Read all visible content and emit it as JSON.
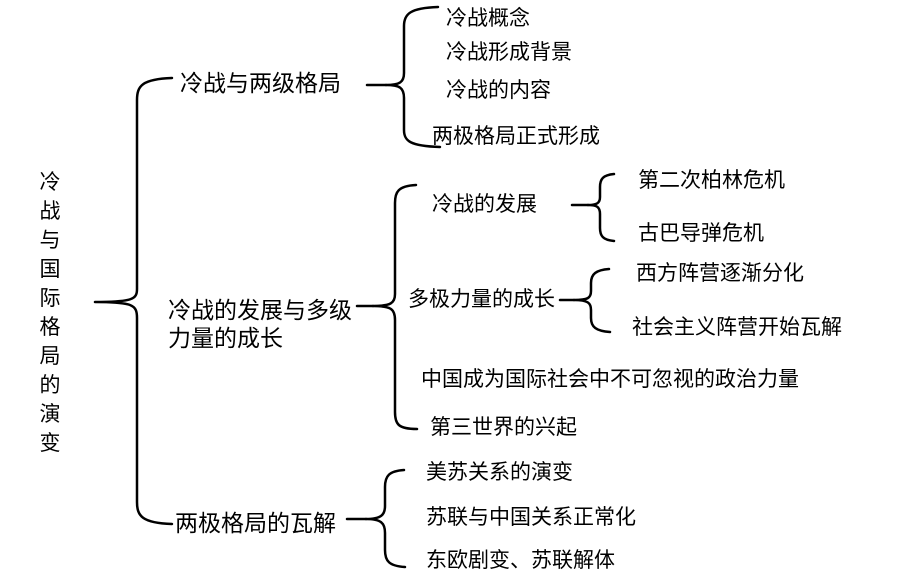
{
  "diagram": {
    "root": {
      "label": "冷战与国际格局的演变"
    },
    "branches": [
      {
        "label": "冷战与两级格局",
        "children": [
          {
            "label": "冷战概念"
          },
          {
            "label": "冷战形成背景"
          },
          {
            "label": "冷战的内容"
          },
          {
            "label": "两极格局正式形成"
          }
        ]
      },
      {
        "label": "冷战的发展与多级力量的成长",
        "children": [
          {
            "label": "冷战的发展",
            "children": [
              {
                "label": "第二次柏林危机"
              },
              {
                "label": "古巴导弹危机"
              }
            ]
          },
          {
            "label": "多极力量的成长",
            "children": [
              {
                "label": "西方阵营逐渐分化"
              },
              {
                "label": "社会主义阵营开始瓦解"
              }
            ]
          },
          {
            "label": "中国成为国际社会中不可忽视的政治力量"
          },
          {
            "label": "第三世界的兴起"
          }
        ]
      },
      {
        "label": "两极格局的瓦解",
        "children": [
          {
            "label": "美苏关系的演变"
          },
          {
            "label": "苏联与中国关系正常化"
          },
          {
            "label": "东欧剧变、苏联解体"
          }
        ]
      }
    ],
    "colors": {
      "line": "#000000",
      "text": "#000000",
      "background": "#ffffff"
    }
  }
}
